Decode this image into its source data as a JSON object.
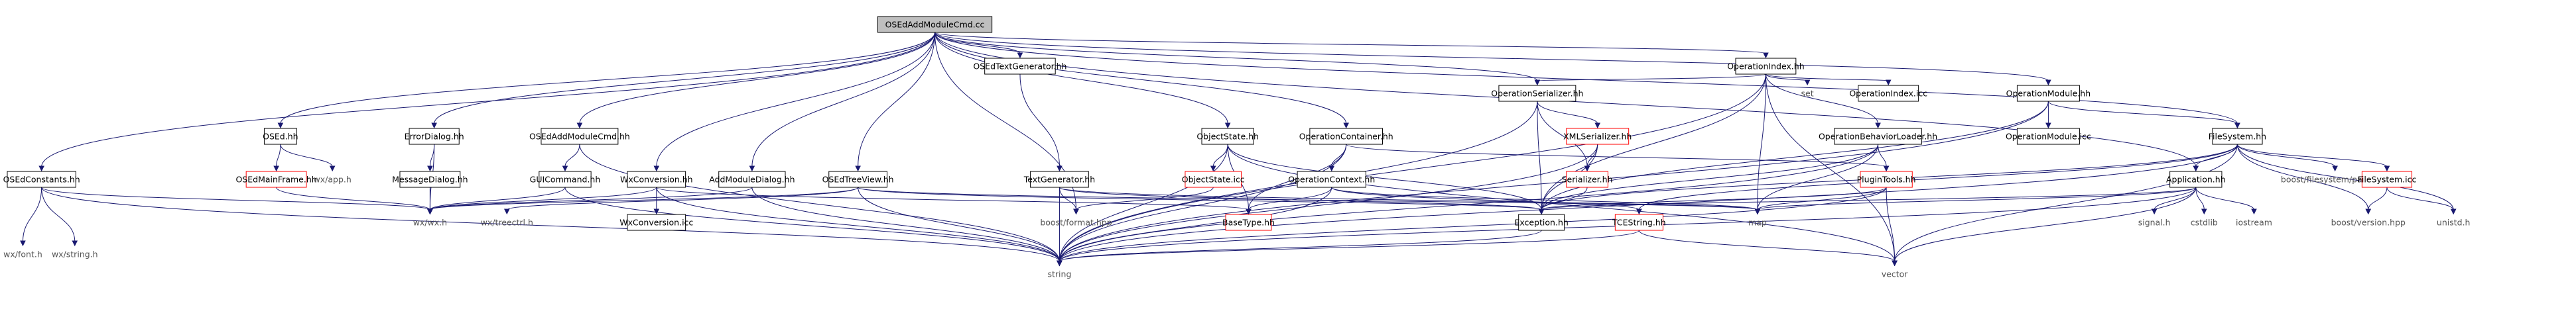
{
  "graph": {
    "root": "OSEdAddModuleCmd.cc",
    "nodes": [
      {
        "id": "root",
        "label": "OSEdAddModuleCmd.cc",
        "kind": "root"
      },
      {
        "id": "osedconstants",
        "label": "OSEdConstants.hh",
        "kind": "doc"
      },
      {
        "id": "wxfont",
        "label": "wx/font.h",
        "kind": "ext"
      },
      {
        "id": "wxstring",
        "label": "wx/string.h",
        "kind": "ext"
      },
      {
        "id": "osed",
        "label": "OSEd.hh",
        "kind": "doc"
      },
      {
        "id": "osedmainframe",
        "label": "OSEdMainFrame.hh",
        "kind": "red"
      },
      {
        "id": "wxapp",
        "label": "wx/app.h",
        "kind": "ext"
      },
      {
        "id": "errordialog",
        "label": "ErrorDialog.hh",
        "kind": "doc"
      },
      {
        "id": "messagedialog",
        "label": "MessageDialog.hh",
        "kind": "doc"
      },
      {
        "id": "osedaddmodulecmdhh",
        "label": "OSEdAddModuleCmd.hh",
        "kind": "doc"
      },
      {
        "id": "guicommand",
        "label": "GUICommand.hh",
        "kind": "doc"
      },
      {
        "id": "wxconversion",
        "label": "WxConversion.hh",
        "kind": "doc"
      },
      {
        "id": "wxconversionicc",
        "label": "WxConversion.icc",
        "kind": "doc"
      },
      {
        "id": "wxwx",
        "label": "wx/wx.h",
        "kind": "ext"
      },
      {
        "id": "addmoduledialog",
        "label": "AddModuleDialog.hh",
        "kind": "doc"
      },
      {
        "id": "osedtreeview",
        "label": "OSEdTreeView.hh",
        "kind": "doc"
      },
      {
        "id": "wxtreectrl",
        "label": "wx/treectrl.h",
        "kind": "ext"
      },
      {
        "id": "osedtextgenerator",
        "label": "OSEdTextGenerator.hh",
        "kind": "doc"
      },
      {
        "id": "textgenerator",
        "label": "TextGenerator.hh",
        "kind": "doc"
      },
      {
        "id": "boostformat",
        "label": "boost/format.hpp",
        "kind": "ext"
      },
      {
        "id": "objectstate",
        "label": "ObjectState.hh",
        "kind": "doc"
      },
      {
        "id": "objectstateicc",
        "label": "ObjectState.icc",
        "kind": "red"
      },
      {
        "id": "basetype",
        "label": "BaseType.hh",
        "kind": "red"
      },
      {
        "id": "operationcontainer",
        "label": "OperationContainer.hh",
        "kind": "doc"
      },
      {
        "id": "operationcontext",
        "label": "OperationContext.hh",
        "kind": "doc"
      },
      {
        "id": "operationserializer",
        "label": "OperationSerializer.hh",
        "kind": "doc"
      },
      {
        "id": "xmlserializer",
        "label": "XMLSerializer.hh",
        "kind": "red"
      },
      {
        "id": "serializer",
        "label": "Serializer.hh",
        "kind": "red"
      },
      {
        "id": "exception",
        "label": "Exception.hh",
        "kind": "doc"
      },
      {
        "id": "tcestring",
        "label": "TCEString.hh",
        "kind": "red"
      },
      {
        "id": "string",
        "label": "string",
        "kind": "ext"
      },
      {
        "id": "map",
        "label": "map",
        "kind": "ext"
      },
      {
        "id": "vector",
        "label": "vector",
        "kind": "ext"
      },
      {
        "id": "operationindex",
        "label": "OperationIndex.hh",
        "kind": "doc"
      },
      {
        "id": "set",
        "label": "set",
        "kind": "ext"
      },
      {
        "id": "operationindexicc",
        "label": "OperationIndex.icc",
        "kind": "doc"
      },
      {
        "id": "operationbehaviorloader",
        "label": "OperationBehaviorLoader.hh",
        "kind": "doc"
      },
      {
        "id": "plugintools",
        "label": "PluginTools.hh",
        "kind": "red"
      },
      {
        "id": "operationmodule",
        "label": "OperationModule.hh",
        "kind": "doc"
      },
      {
        "id": "operationmoduleicc",
        "label": "OperationModule.icc",
        "kind": "doc"
      },
      {
        "id": "filesystem",
        "label": "FileSystem.hh",
        "kind": "doc"
      },
      {
        "id": "boostfilesystem",
        "label": "boost/filesystem/path.hpp",
        "kind": "ext"
      },
      {
        "id": "filesystemicc",
        "label": "FileSystem.icc",
        "kind": "red"
      },
      {
        "id": "boostversion",
        "label": "boost/version.hpp",
        "kind": "ext"
      },
      {
        "id": "unistd",
        "label": "unistd.h",
        "kind": "ext"
      },
      {
        "id": "application",
        "label": "Application.hh",
        "kind": "doc"
      },
      {
        "id": "signal",
        "label": "signal.h",
        "kind": "ext"
      },
      {
        "id": "cstdlib",
        "label": "cstdlib",
        "kind": "ext"
      },
      {
        "id": "iostream",
        "label": "iostream",
        "kind": "ext"
      }
    ],
    "edges": [
      [
        "root",
        "osedconstants"
      ],
      [
        "root",
        "osed"
      ],
      [
        "root",
        "errordialog"
      ],
      [
        "root",
        "osedaddmodulecmdhh"
      ],
      [
        "root",
        "wxconversion"
      ],
      [
        "root",
        "addmoduledialog"
      ],
      [
        "root",
        "osedtreeview"
      ],
      [
        "root",
        "osedtextgenerator"
      ],
      [
        "root",
        "objectstate"
      ],
      [
        "root",
        "operationcontainer"
      ],
      [
        "root",
        "operationserializer"
      ],
      [
        "root",
        "operationindex"
      ],
      [
        "root",
        "operationmodule"
      ],
      [
        "root",
        "filesystem"
      ],
      [
        "root",
        "application"
      ],
      [
        "root",
        "boostformat"
      ],
      [
        "osedconstants",
        "wxfont"
      ],
      [
        "osedconstants",
        "wxstring"
      ],
      [
        "osedconstants",
        "wxwx"
      ],
      [
        "osedconstants",
        "string"
      ],
      [
        "osed",
        "osedmainframe"
      ],
      [
        "osed",
        "wxapp"
      ],
      [
        "osedmainframe",
        "wxwx"
      ],
      [
        "errordialog",
        "messagedialog"
      ],
      [
        "errordialog",
        "wxwx"
      ],
      [
        "messagedialog",
        "wxwx"
      ],
      [
        "osedaddmodulecmdhh",
        "guicommand"
      ],
      [
        "osedaddmodulecmdhh",
        "string"
      ],
      [
        "guicommand",
        "wxwx"
      ],
      [
        "guicommand",
        "string"
      ],
      [
        "wxconversion",
        "wxconversionicc"
      ],
      [
        "wxconversion",
        "wxwx"
      ],
      [
        "wxconversion",
        "string"
      ],
      [
        "wxconversion",
        "basetype"
      ],
      [
        "addmoduledialog",
        "wxwx"
      ],
      [
        "addmoduledialog",
        "string"
      ],
      [
        "osedtreeview",
        "wxwx"
      ],
      [
        "osedtreeview",
        "wxtreectrl"
      ],
      [
        "osedtreeview",
        "map"
      ],
      [
        "osedtreeview",
        "string"
      ],
      [
        "osedtreeview",
        "exception"
      ],
      [
        "osedtextgenerator",
        "textgenerator"
      ],
      [
        "textgenerator",
        "boostformat"
      ],
      [
        "textgenerator",
        "string"
      ],
      [
        "textgenerator",
        "exception"
      ],
      [
        "textgenerator",
        "map"
      ],
      [
        "objectstate",
        "objectstateicc"
      ],
      [
        "objectstate",
        "basetype"
      ],
      [
        "objectstate",
        "string"
      ],
      [
        "objectstate",
        "exception"
      ],
      [
        "objectstate",
        "vector"
      ],
      [
        "objectstateicc",
        "boostformat"
      ],
      [
        "operationcontainer",
        "operationcontext"
      ],
      [
        "operationcontainer",
        "basetype"
      ],
      [
        "operationcontainer",
        "string"
      ],
      [
        "operationcontainer",
        "plugintools"
      ],
      [
        "operationcontext",
        "basetype"
      ],
      [
        "operationcontext",
        "tcestring"
      ],
      [
        "operationcontext",
        "map"
      ],
      [
        "operationcontext",
        "string"
      ],
      [
        "operationserializer",
        "xmlserializer"
      ],
      [
        "operationserializer",
        "serializer"
      ],
      [
        "operationserializer",
        "exception"
      ],
      [
        "operationserializer",
        "string"
      ],
      [
        "xmlserializer",
        "serializer"
      ],
      [
        "xmlserializer",
        "exception"
      ],
      [
        "xmlserializer",
        "string"
      ],
      [
        "serializer",
        "exception"
      ],
      [
        "exception",
        "string"
      ],
      [
        "tcestring",
        "string"
      ],
      [
        "tcestring",
        "vector"
      ],
      [
        "operationindex",
        "set"
      ],
      [
        "operationindex",
        "operationindexicc"
      ],
      [
        "operationindex",
        "operationserializer"
      ],
      [
        "operationindex",
        "operationbehaviorloader"
      ],
      [
        "operationindex",
        "map"
      ],
      [
        "operationindex",
        "string"
      ],
      [
        "operationindex",
        "vector"
      ],
      [
        "operationindex",
        "exception"
      ],
      [
        "operationbehaviorloader",
        "plugintools"
      ],
      [
        "operationbehaviorloader",
        "map"
      ],
      [
        "operationbehaviorloader",
        "string"
      ],
      [
        "operationbehaviorloader",
        "exception"
      ],
      [
        "plugintools",
        "exception"
      ],
      [
        "plugintools",
        "map"
      ],
      [
        "plugintools",
        "string"
      ],
      [
        "plugintools",
        "vector"
      ],
      [
        "operationmodule",
        "operationmoduleicc"
      ],
      [
        "operationmodule",
        "filesystem"
      ],
      [
        "operationmodule",
        "string"
      ],
      [
        "operationmodule",
        "exception"
      ],
      [
        "filesystem",
        "boostfilesystem"
      ],
      [
        "filesystem",
        "filesystemicc"
      ],
      [
        "filesystem",
        "boostversion"
      ],
      [
        "filesystem",
        "unistd"
      ],
      [
        "filesystem",
        "exception"
      ],
      [
        "filesystem",
        "string"
      ],
      [
        "filesystem",
        "vector"
      ],
      [
        "filesystem",
        "application"
      ],
      [
        "filesystem",
        "tcestring"
      ],
      [
        "filesystemicc",
        "boostversion"
      ],
      [
        "filesystemicc",
        "unistd"
      ],
      [
        "application",
        "signal"
      ],
      [
        "application",
        "cstdlib"
      ],
      [
        "application",
        "iostream"
      ],
      [
        "application",
        "string"
      ],
      [
        "application",
        "vector"
      ],
      [
        "application",
        "map"
      ],
      [
        "application",
        "exception"
      ]
    ]
  }
}
